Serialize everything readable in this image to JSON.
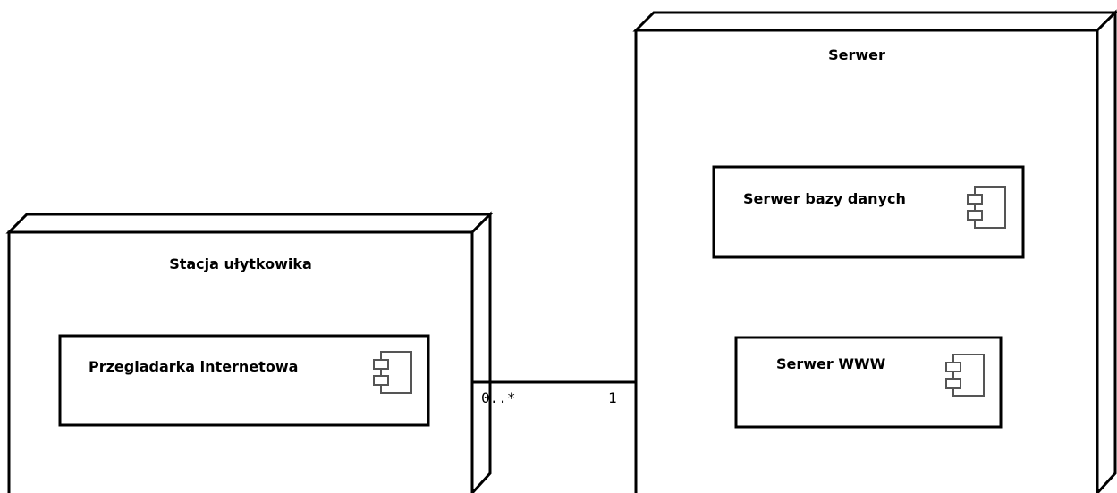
{
  "nodes": {
    "client": {
      "title": "Stacja ułytkowika",
      "component": {
        "label": "Przegladarka internetowa",
        "icon": "component-icon"
      }
    },
    "server": {
      "title": "Serwer",
      "components": [
        {
          "label": "Serwer bazy danych",
          "icon": "component-icon"
        },
        {
          "label": "Serwer WWW",
          "icon": "component-icon"
        }
      ]
    }
  },
  "association": {
    "client_multiplicity": "0..*",
    "server_multiplicity": "1"
  },
  "colors": {
    "line": "#000000",
    "background": "#ffffff",
    "icon_stroke": "#555555"
  }
}
